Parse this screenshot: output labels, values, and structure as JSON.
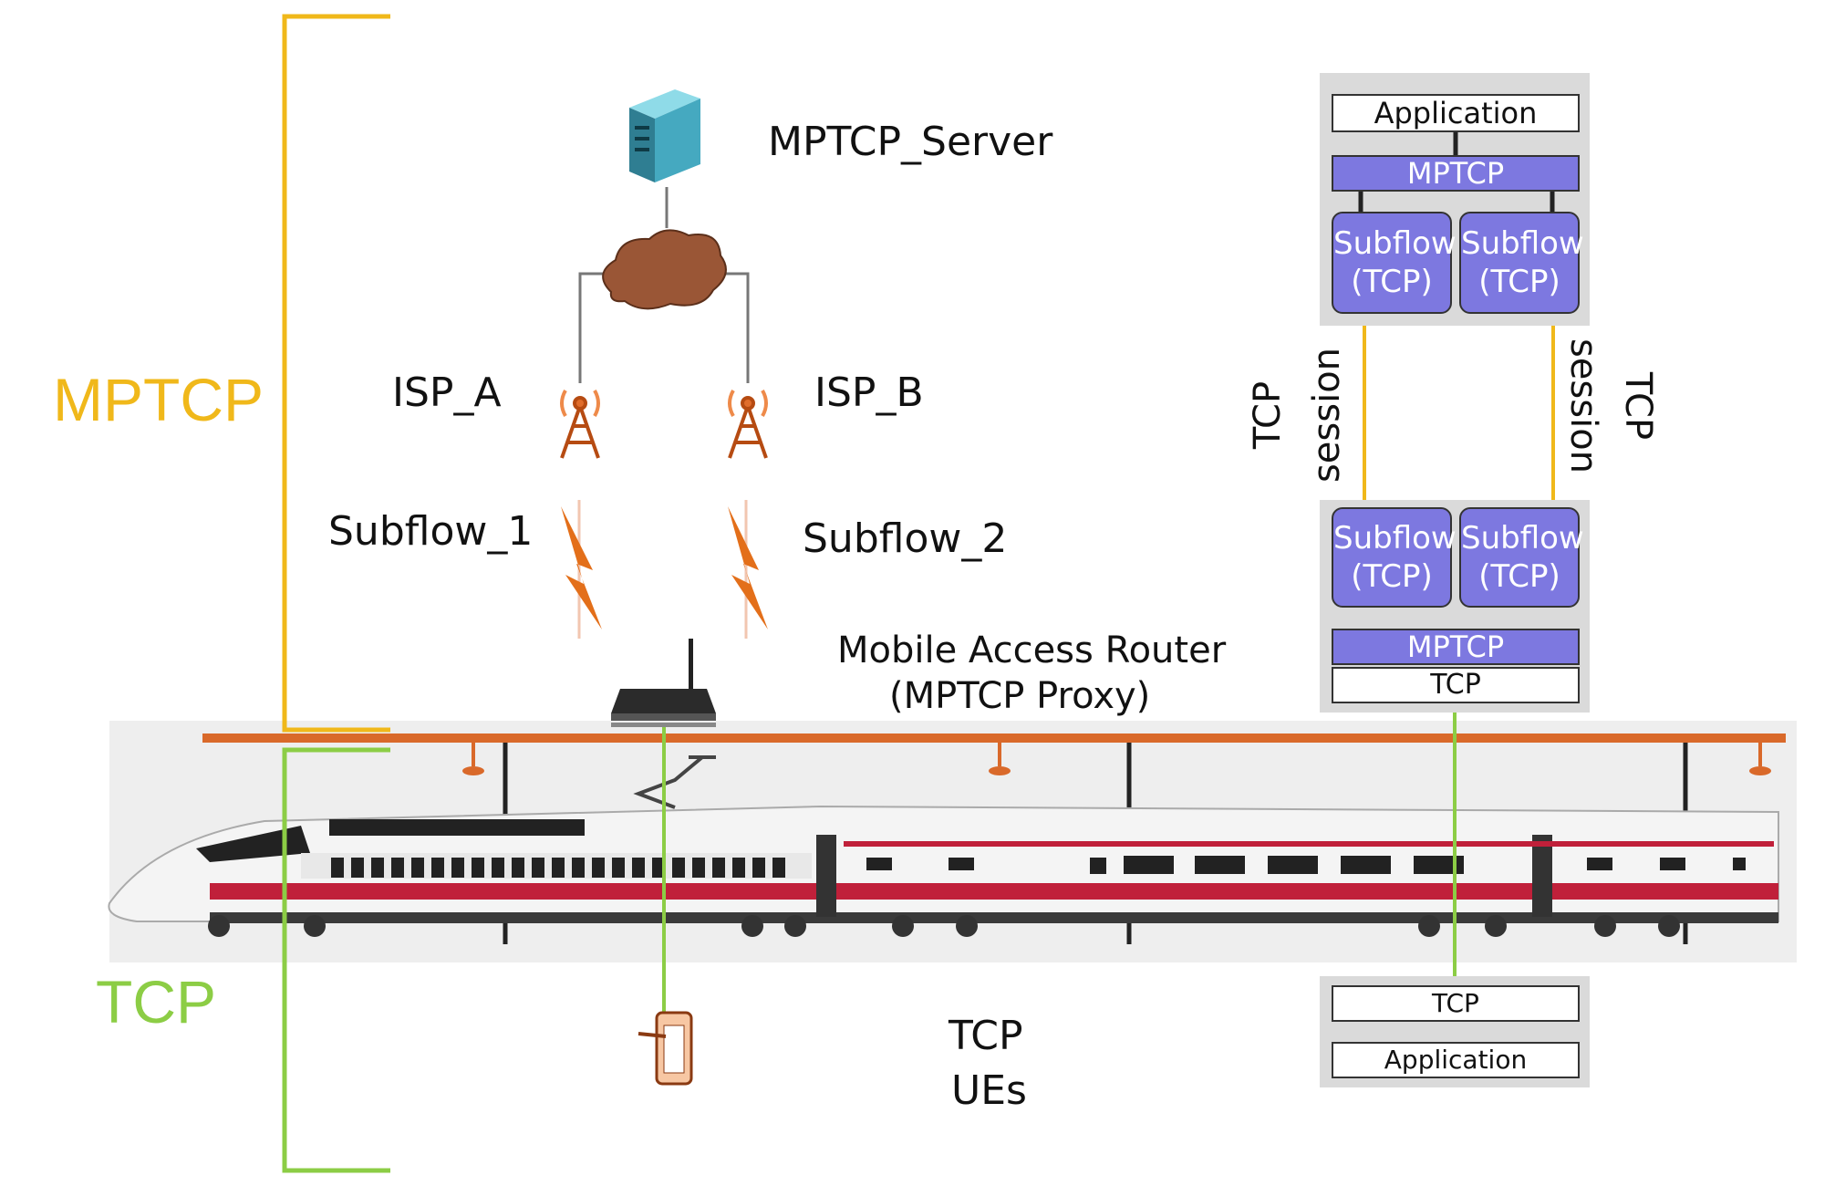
{
  "sections": {
    "mptcp": "MPTCP",
    "tcp": "TCP"
  },
  "nodes": {
    "server": "MPTCP_Server",
    "isp_a": "ISP_A",
    "isp_b": "ISP_B",
    "subflow_1": "Subflow_1",
    "subflow_2": "Subflow_2",
    "router_line1": "Mobile Access Router",
    "router_line2": "(MPTCP Proxy)",
    "ues_line1": "TCP",
    "ues_line2": "UEs"
  },
  "session_labels": {
    "left_tcp": "TCP",
    "left_session": "session",
    "right_tcp": "TCP",
    "right_session": "session"
  },
  "server_stack": {
    "application": "Application",
    "mptcp": "MPTCP",
    "subflows": [
      {
        "line1": "Subflow",
        "line2": "(TCP)"
      },
      {
        "line1": "Subflow",
        "line2": "(TCP)"
      }
    ]
  },
  "proxy_stack": {
    "subflows": [
      {
        "line1": "Subflow",
        "line2": "(TCP)"
      },
      {
        "line1": "Subflow",
        "line2": "(TCP)"
      }
    ],
    "mptcp": "MPTCP",
    "tcp": "TCP"
  },
  "ue_stack": {
    "tcp": "TCP",
    "application": "Application"
  },
  "colors": {
    "mptcp_accent": "#f0b81a",
    "tcp_accent": "#8ccd45",
    "stack_purple": "#7d78e0",
    "panel_gray": "#dadada",
    "rail_orange": "#d9692a"
  }
}
